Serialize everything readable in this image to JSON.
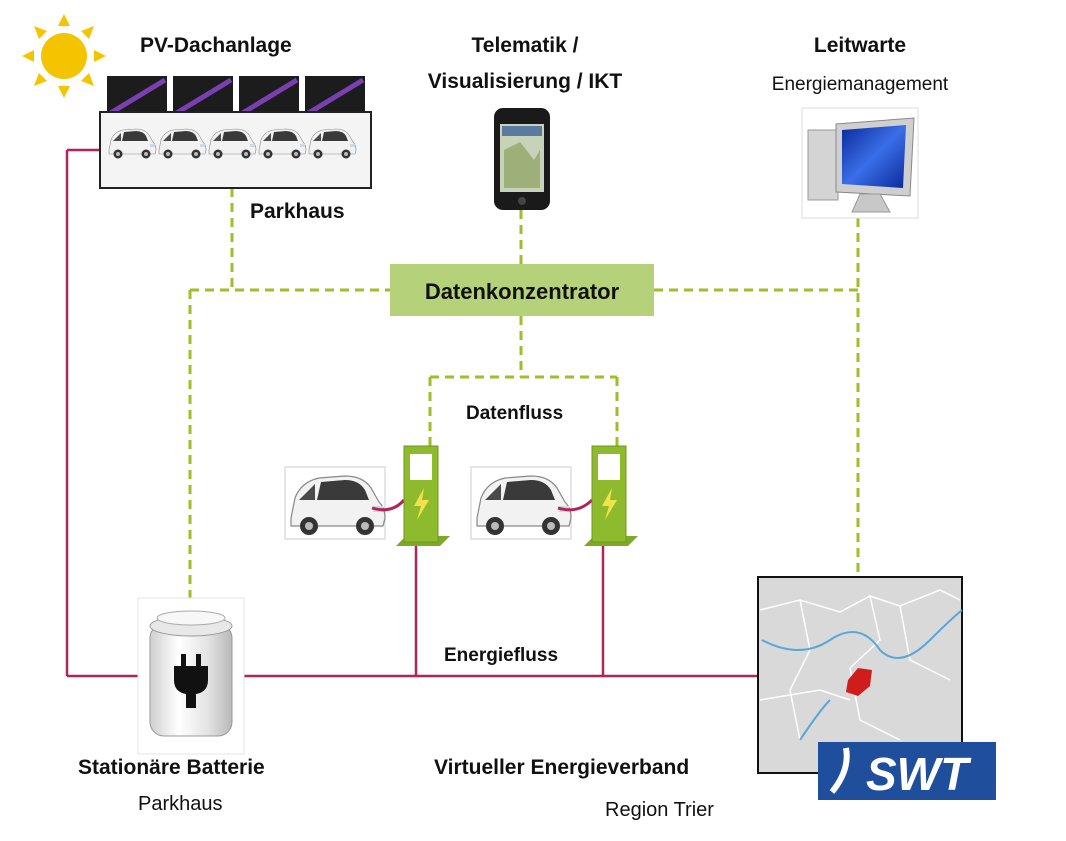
{
  "labels": {
    "pv_title": "PV-Dachanlage",
    "parkhaus_top": "Parkhaus",
    "telematik_line1": "Telematik /",
    "telematik_line2": "Visualisierung / IKT",
    "leitwarte_title": "Leitwarte",
    "leitwarte_sub": "Energiemanagement",
    "datenkonzentrator": "Datenkonzentrator",
    "datenfluss": "Datenfluss",
    "energiefluss": "Energiefluss",
    "batterie_title": "Stationäre Batterie",
    "batterie_sub": "Parkhaus",
    "verband_title": "Virtueller Energieverband",
    "verband_sub": "Region Trier",
    "swt_logo": "SWT"
  },
  "colors": {
    "data_line": "#9ebe2a",
    "energy_line": "#b0245a",
    "concentrator_fill": "#b5d27a",
    "charger_green": "#8dbb2d",
    "swt_blue": "#1f4f9c",
    "sun": "#f5c400",
    "panel": "#1c1c1c",
    "panel_stripe": "#7a3fb0"
  },
  "icons": [
    "sun-icon",
    "solar-panel-icon",
    "car-icon",
    "smartphone-icon",
    "computer-monitor-icon",
    "charging-station-icon",
    "battery-plug-icon",
    "region-map-icon",
    "swt-logo"
  ]
}
